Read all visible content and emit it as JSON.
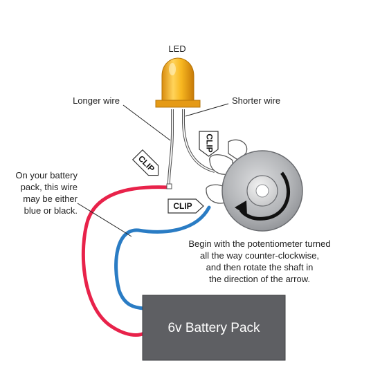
{
  "labels": {
    "led": "LED",
    "longer_wire": "Longer wire",
    "shorter_wire": "Shorter wire",
    "battery_note": [
      "On your battery",
      "pack, this wire",
      "may be either",
      "blue or black."
    ],
    "instruction": [
      "Begin with the potentiometer turned",
      "all the way counter-clockwise,",
      "and then rotate the shaft in",
      "the direction of the arrow."
    ],
    "battery_pack": "6v Battery Pack"
  },
  "clips": {
    "clip_top": "CLIP",
    "clip_left": "CLIP",
    "clip_bottom": "CLIP"
  },
  "colors": {
    "red_wire": "#e8224a",
    "blue_wire": "#2a7cc4",
    "led_body": "#f4b21c",
    "led_base": "#e59a16",
    "battery_pack": "#5e5f63",
    "potentiometer": "#aeb0b3",
    "leader_line": "#222222"
  },
  "icons": {
    "rotation_arrow": "clockwise-arrow-icon"
  }
}
